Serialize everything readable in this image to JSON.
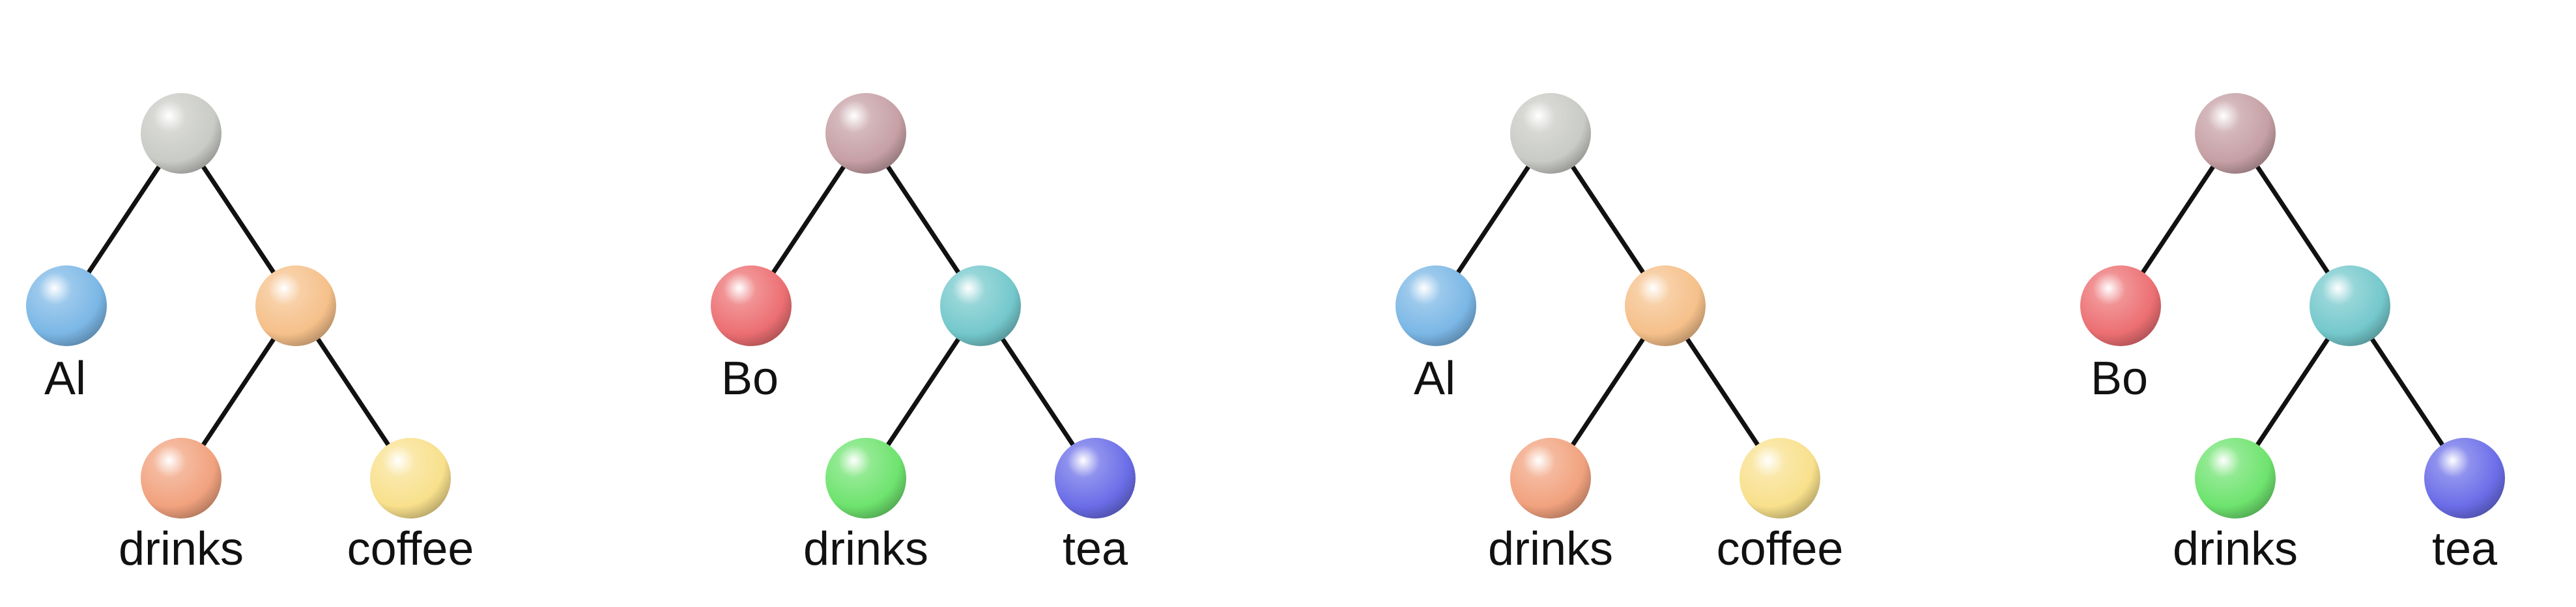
{
  "trees": [
    {
      "root": {
        "color": "#c9cbc6"
      },
      "subject": {
        "label": "Al",
        "color": "#7bb7e6"
      },
      "predicate": {
        "color": "#f5c08a"
      },
      "verb": {
        "label": "drinks",
        "color": "#f1a27e"
      },
      "object": {
        "label": "coffee",
        "color": "#f8e08c"
      }
    },
    {
      "root": {
        "color": "#c6a0a5"
      },
      "subject": {
        "label": "Bo",
        "color": "#ec6f72"
      },
      "predicate": {
        "color": "#74c8cc"
      },
      "verb": {
        "label": "drinks",
        "color": "#6ee36e"
      },
      "object": {
        "label": "tea",
        "color": "#6b6de8"
      }
    },
    {
      "root": {
        "color": "#c9cbc6"
      },
      "subject": {
        "label": "Al",
        "color": "#7bb7e6"
      },
      "predicate": {
        "color": "#f5c08a"
      },
      "verb": {
        "label": "drinks",
        "color": "#f1a27e"
      },
      "object": {
        "label": "coffee",
        "color": "#f8e08c"
      }
    },
    {
      "root": {
        "color": "#c6a0a5"
      },
      "subject": {
        "label": "Bo",
        "color": "#ec6f72"
      },
      "predicate": {
        "color": "#74c8cc"
      },
      "verb": {
        "label": "drinks",
        "color": "#6ee36e"
      },
      "object": {
        "label": "tea",
        "color": "#6b6de8"
      }
    }
  ]
}
